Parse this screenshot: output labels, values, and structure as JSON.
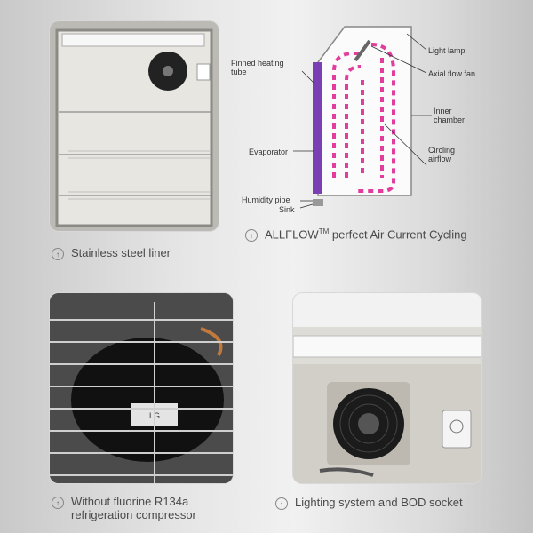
{
  "panels": [
    {
      "caption": "Stainless steel liner",
      "icon": "arrow-bullet-icon"
    },
    {
      "caption": "ALLFLOW",
      "caption_sup": "TM",
      "caption_tail": " perfect Air Current Cycling",
      "icon": "arrow-bullet-icon"
    },
    {
      "caption": "Without fluorine R134a\nrefrigeration compressor",
      "icon": "arrow-bullet-icon"
    },
    {
      "caption": "Lighting system and BOD socket",
      "icon": "arrow-bullet-icon"
    }
  ],
  "diagram_labels": {
    "light_lamp": "Light lamp",
    "axial_fan": "Axial flow fan",
    "finned_tube": "Finned heating\ntube",
    "inner_chamber": "Inner\nchamber",
    "evaporator": "Evaporator",
    "circling_airflow": "Circling\nairflow",
    "humidity_pipe": "Humidity pipe",
    "sink": "Sink"
  },
  "compressor_label": "LG",
  "colors": {
    "airflow": "#e23d9c",
    "evaporator": "#7a3fb3"
  }
}
